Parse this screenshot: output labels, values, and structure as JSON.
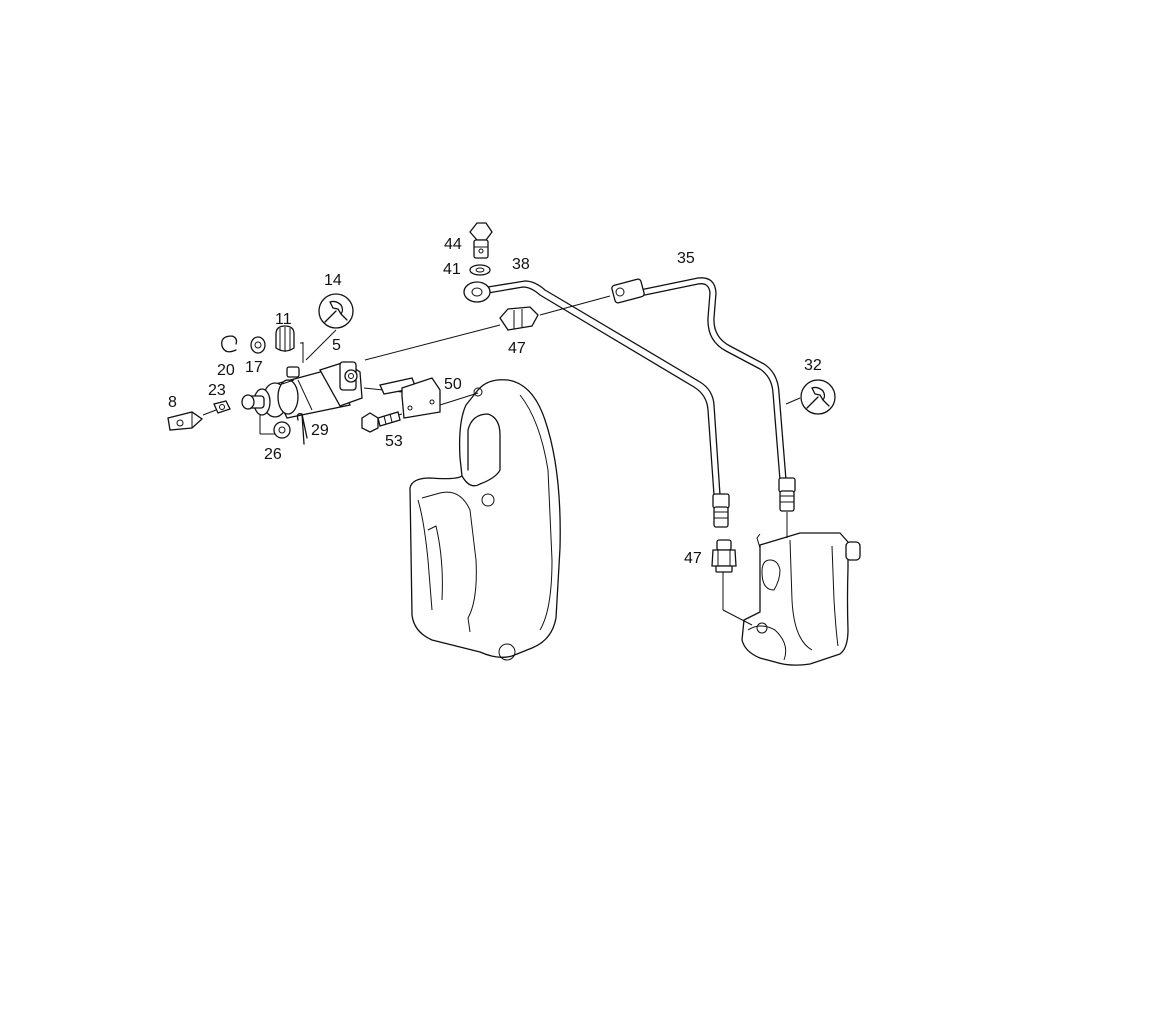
{
  "labels": {
    "l44": "44",
    "l41": "41",
    "l38": "38",
    "l35": "35",
    "l14": "14",
    "l11": "11",
    "l5": "5",
    "l47a": "47",
    "l32": "32",
    "l20": "20",
    "l17": "17",
    "l23": "23",
    "l50": "50",
    "l8": "8",
    "l29": "29",
    "l53": "53",
    "l26": "26",
    "l47b": "47"
  },
  "icons": [
    "wrench-icon"
  ]
}
